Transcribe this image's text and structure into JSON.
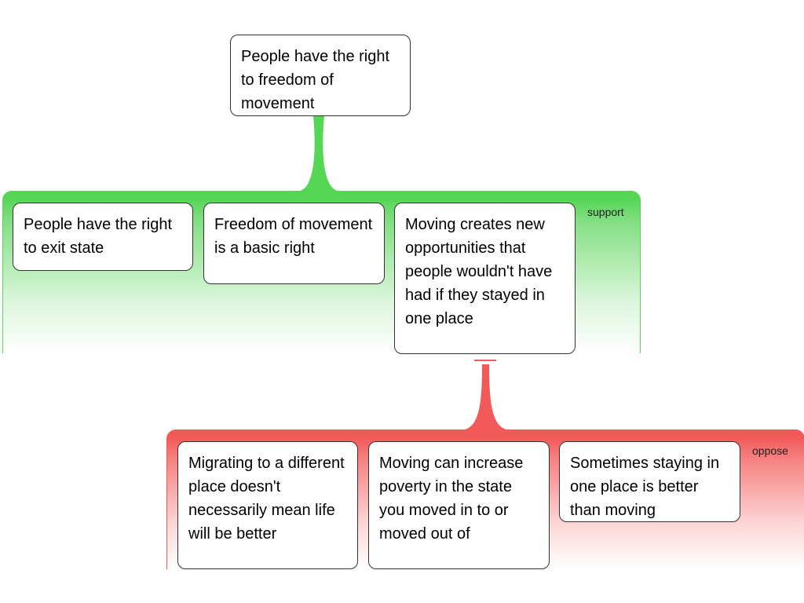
{
  "diagram": {
    "root": {
      "text": "People have the right to freedom of movement"
    },
    "support": {
      "label": "support",
      "color": "#55d655",
      "nodes": [
        {
          "text": "People have the right to exit state"
        },
        {
          "text": "Freedom of movement is a basic right"
        },
        {
          "text": "Moving creates new opportunities that people wouldn't have had if they stayed in one place"
        }
      ]
    },
    "oppose": {
      "label": "oppose",
      "color": "#f25a5a",
      "nodes": [
        {
          "text": "Migrating to a different place doesn't necessarily mean life will be better"
        },
        {
          "text": "Moving can increase poverty in the state you moved in to or moved out of"
        },
        {
          "text": "Sometimes staying in one place is better than moving"
        }
      ]
    }
  }
}
